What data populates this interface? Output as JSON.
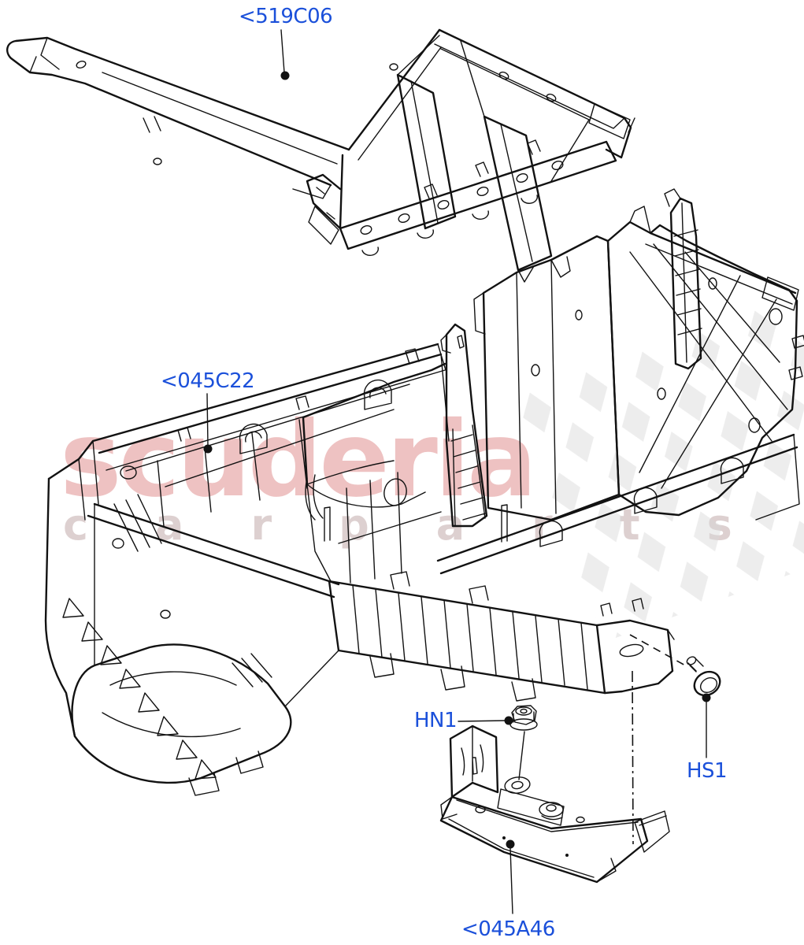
{
  "parts": [
    {
      "code": "<519C06"
    },
    {
      "code": "<045C22"
    },
    {
      "code": "HN1"
    },
    {
      "code": "HS1"
    },
    {
      "code": "<045A46"
    }
  ],
  "watermark": {
    "brand": "scuderia",
    "subtext": "carparts"
  },
  "colors": {
    "part_label": "#1b50da",
    "line_art": "#121212",
    "watermark_text": "#cd4b4b",
    "watermark_subtext": "#b49696",
    "watermark_flag": "#d8d8d8",
    "background": "#ffffff"
  }
}
